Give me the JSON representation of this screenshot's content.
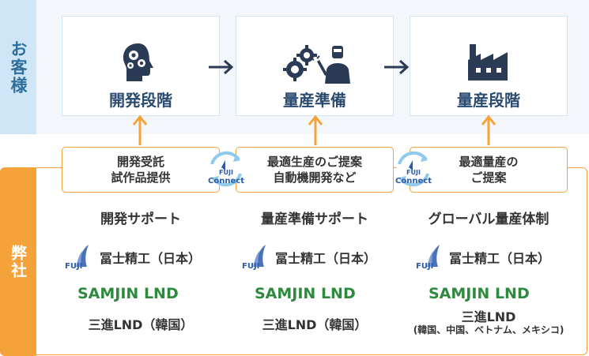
{
  "customer": {
    "label": "お客様",
    "stages": [
      {
        "label": "開発段階",
        "icon": "head-gears-icon"
      },
      {
        "label": "量産準備",
        "icon": "gears-welder-icon"
      },
      {
        "label": "量産段階",
        "icon": "factory-icon"
      }
    ]
  },
  "company": {
    "label": "弊社",
    "offers": [
      {
        "line1": "開発受託",
        "line2": "試作品提供"
      },
      {
        "line1": "最適生産のご提案",
        "line2": "自動機開発など"
      },
      {
        "line1": "最適量産の",
        "line2": "ご提案"
      }
    ],
    "connect": {
      "top": "FUJI",
      "bottom": "Connect"
    },
    "columns": [
      {
        "heading": "開発サポート",
        "fuji": "冨士精工（日本）",
        "samjin_logo": "SAMJIN LND",
        "lnd": "三進LND（韓国）",
        "lnd_sub": ""
      },
      {
        "heading": "量産準備サポート",
        "fuji": "冨士精工（日本）",
        "samjin_logo": "SAMJIN LND",
        "lnd": "三進LND（韓国）",
        "lnd_sub": ""
      },
      {
        "heading": "グローバル量産体制",
        "fuji": "冨士精工（日本）",
        "samjin_logo": "SAMJIN LND",
        "lnd": "三進LND",
        "lnd_sub": "(韓国、中国、ベトナム、メキシコ)"
      }
    ],
    "fuji_logo_text": "FUJI"
  },
  "colors": {
    "accent_orange": "#f5a23a",
    "accent_blue": "#cfe6f6",
    "navy": "#2b4a6f",
    "samjin_green": "#2e8b3e"
  }
}
